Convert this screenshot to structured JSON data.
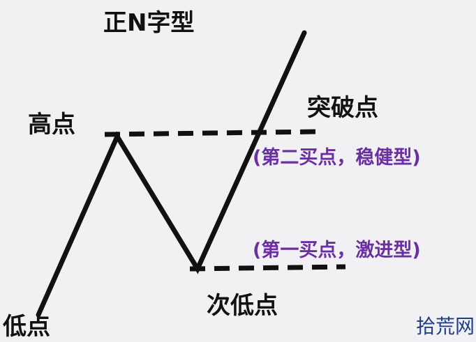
{
  "title": "正N字型",
  "labels": {
    "high_point": "高点",
    "breakout_point": "突破点",
    "second_buy": "(第二买点，稳健型)",
    "first_buy": "(第一买点，激进型)",
    "secondary_low": "次低点",
    "low_point": "低点"
  },
  "watermark": "拾荒网",
  "colors": {
    "background": "#f1f1f4",
    "line": "#111111",
    "annotation": "#6a2fa0",
    "watermark": "#1f3f87"
  }
}
